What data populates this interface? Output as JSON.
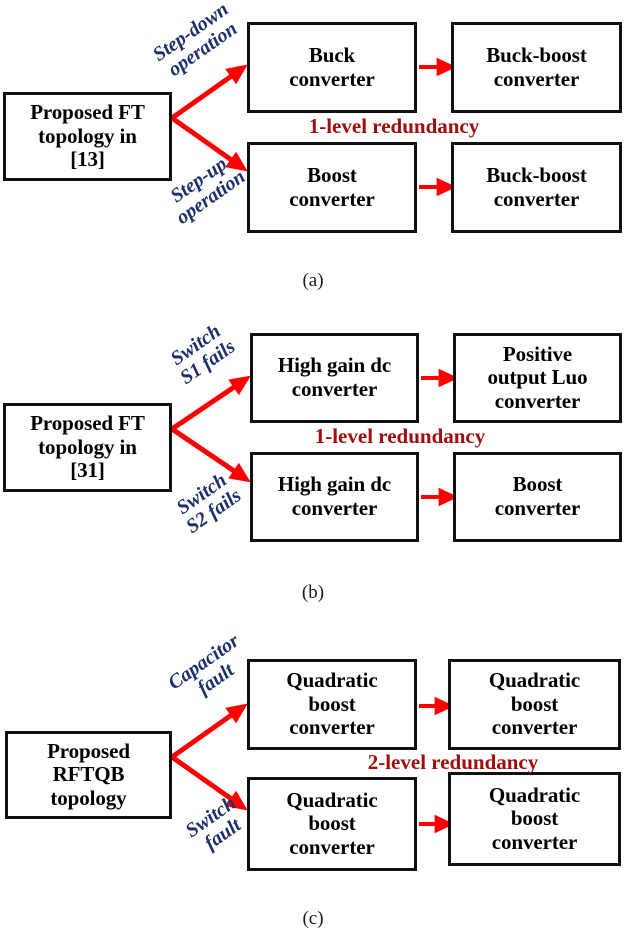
{
  "figure": {
    "background_color": "#ffffff",
    "box_border_color": "#101010",
    "arrow_color": "#ff0000",
    "label_color": "#1b2f6b",
    "redundancy_color": "#a00d0d"
  },
  "panels": [
    {
      "id": "a",
      "caption": "(a)",
      "source_box": "Proposed FT\ntopology in\n[13]",
      "branch_labels": {
        "upper": "Step-down\noperation",
        "lower": "Step-up\noperation"
      },
      "redundancy": "1-level redundancy",
      "rows": [
        {
          "stage1": "Buck\nconverter",
          "stage2": "Buck-boost\nconverter"
        },
        {
          "stage1": "Boost\nconverter",
          "stage2": "Buck-boost\nconverter"
        }
      ]
    },
    {
      "id": "b",
      "caption": "(b)",
      "source_box": "Proposed FT\ntopology in\n[31]",
      "branch_labels": {
        "upper": "Switch\nS1 fails",
        "lower": "Switch\nS2 fails"
      },
      "redundancy": "1-level redundancy",
      "rows": [
        {
          "stage1": "High gain dc\nconverter",
          "stage2": "Positive\noutput Luo\nconverter"
        },
        {
          "stage1": "High gain dc\nconverter",
          "stage2": "Boost\nconverter"
        }
      ]
    },
    {
      "id": "c",
      "caption": "(c)",
      "source_box": "Proposed\nRFTQB\ntopology",
      "branch_labels": {
        "upper": "Capacitor\nfault",
        "lower": "Switch\nfault"
      },
      "redundancy": "2-level redundancy",
      "rows": [
        {
          "stage1": "Quadratic\nboost\nconverter",
          "stage2": "Quadratic\nboost\nconverter"
        },
        {
          "stage1": "Quadratic\nboost\nconverter",
          "stage2": "Quadratic\nboost\nconverter"
        }
      ]
    }
  ]
}
